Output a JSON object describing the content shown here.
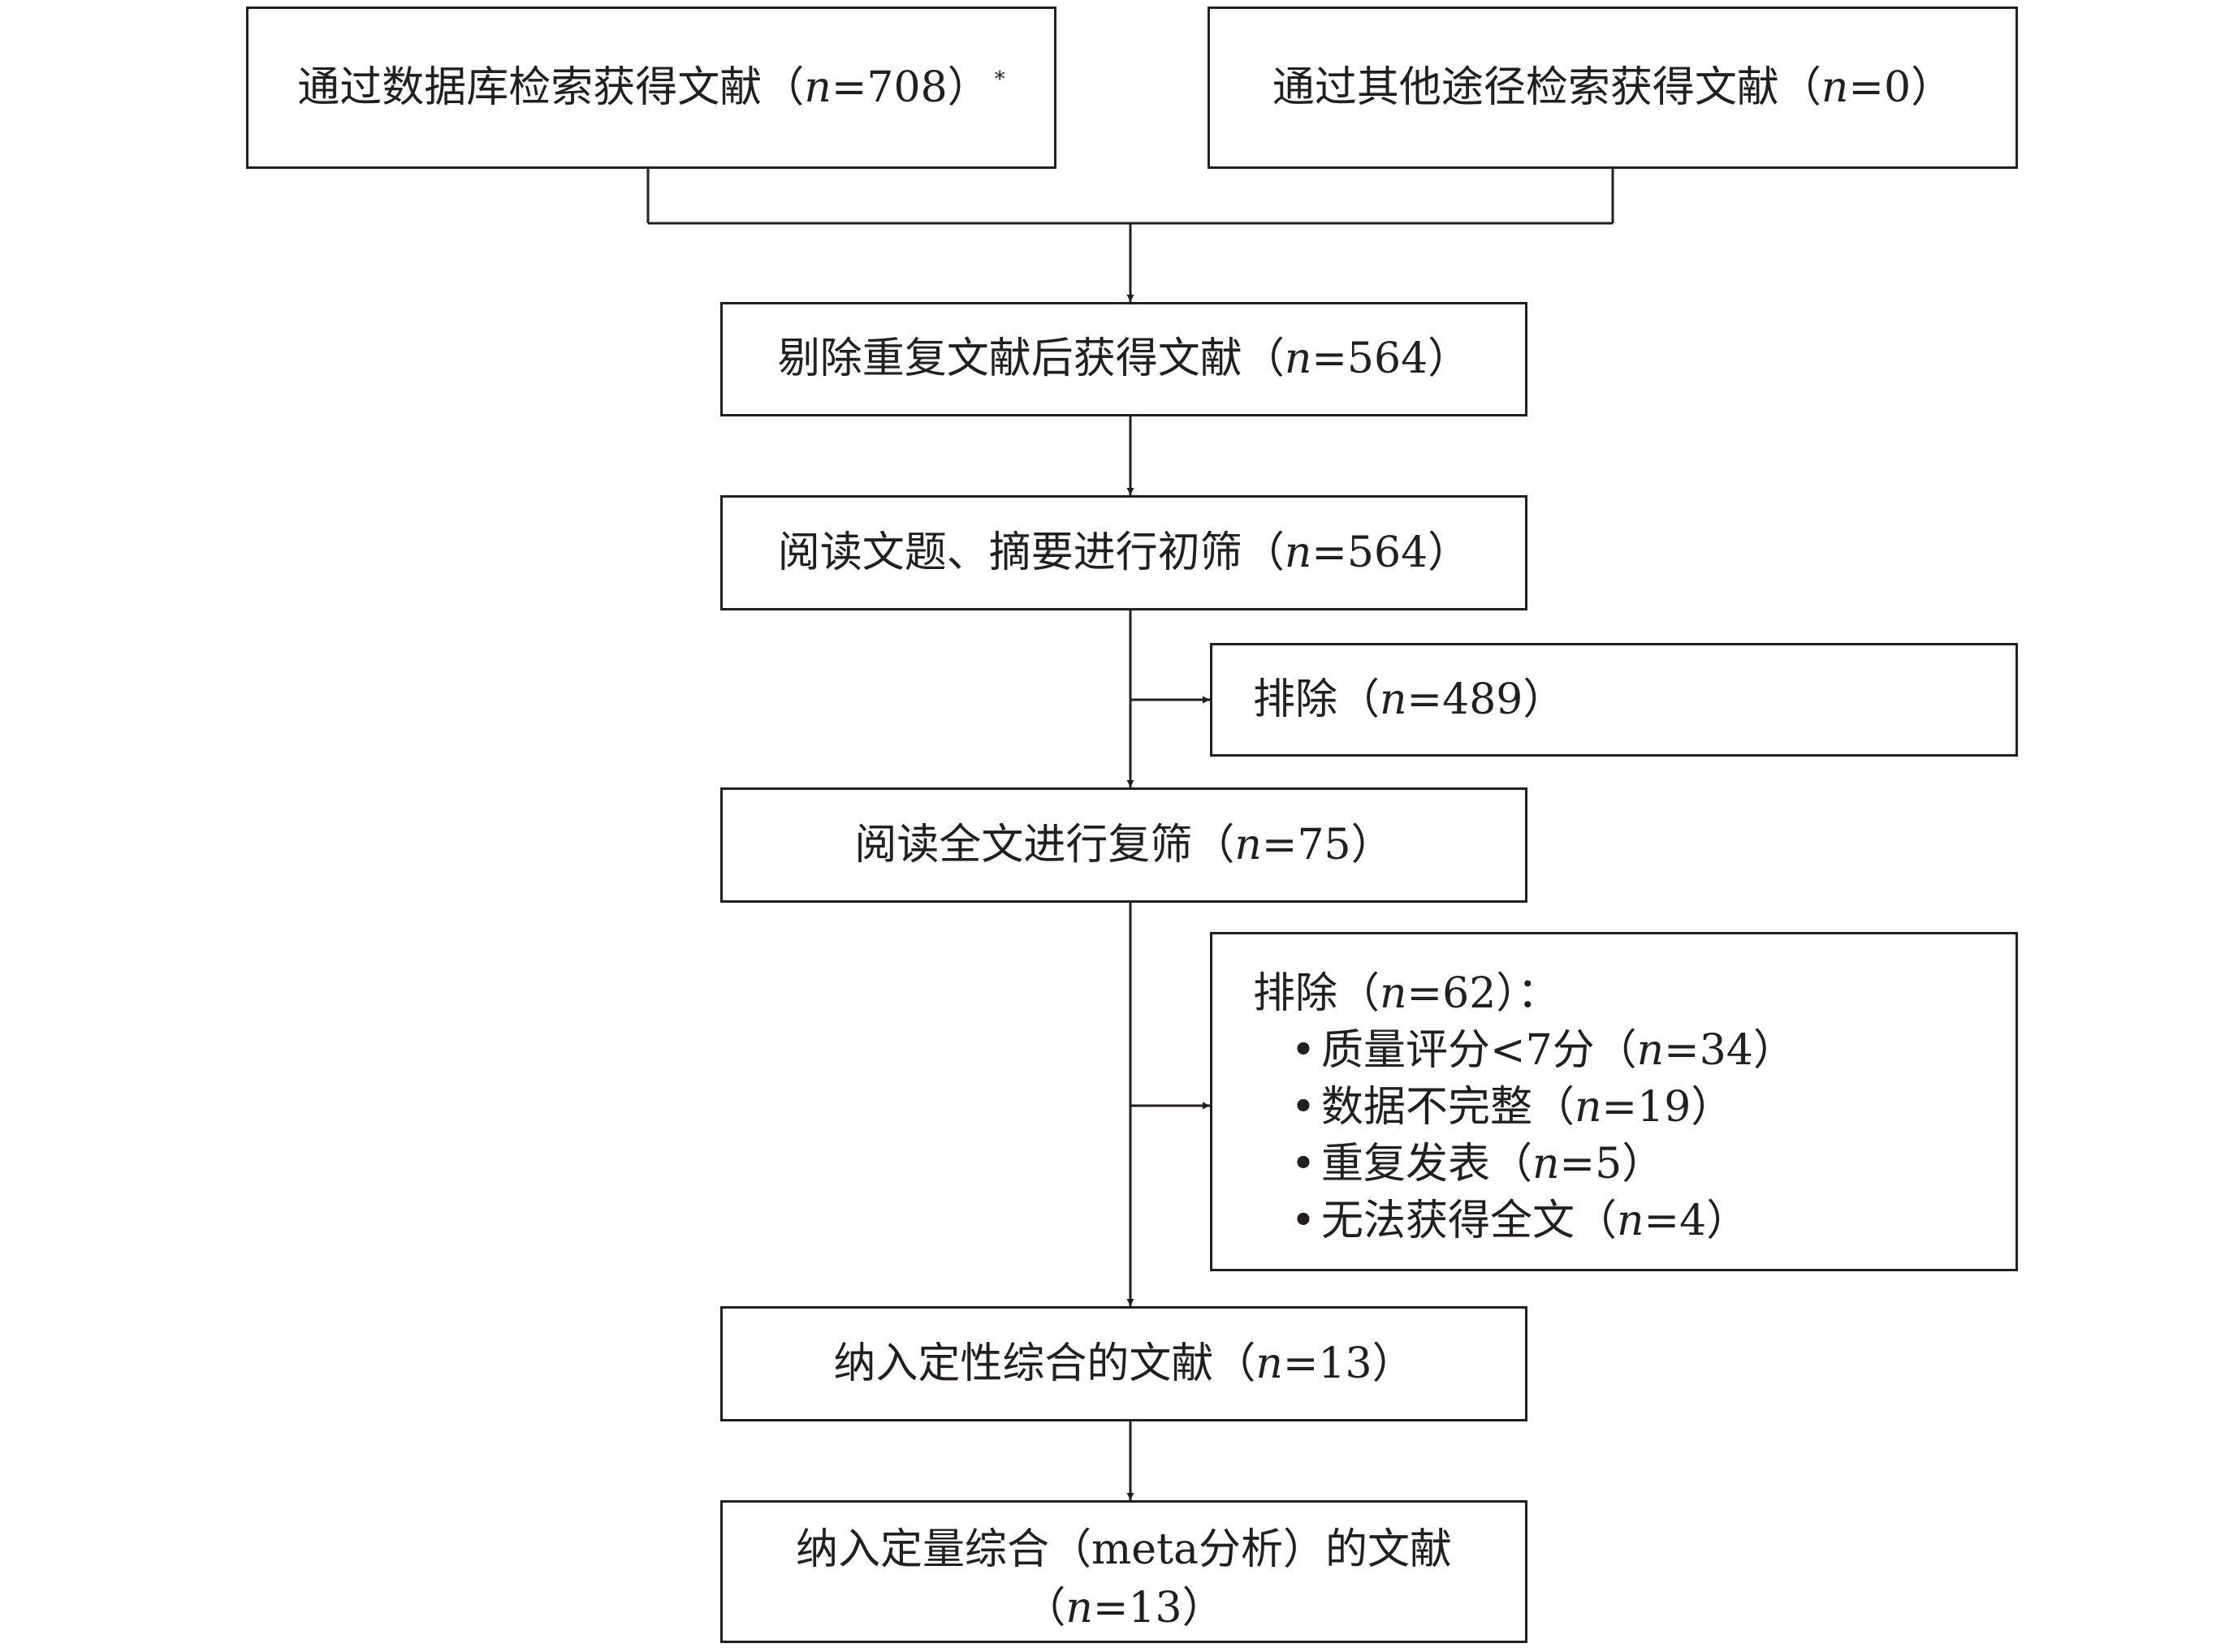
{
  "boxes": {
    "database": {
      "text": "通过数据库检索获得文献",
      "n": "708",
      "marker": "*"
    },
    "other": {
      "text": "通过其他途径检索获得文献",
      "n": "0"
    },
    "dedup": {
      "text": "剔除重复文献后获得文献",
      "n": "564"
    },
    "screen1": {
      "text": "阅读文题、摘要进行初筛",
      "n": "564"
    },
    "exclude1": {
      "text": "排除",
      "n": "489"
    },
    "screen2": {
      "text": "阅读全文进行复筛",
      "n": "75"
    },
    "exclude2": {
      "text": "排除",
      "n": "62",
      "suffix": "：",
      "bullet": "•",
      "reasons": [
        {
          "text": "质量评分<7分",
          "n": "34"
        },
        {
          "text": "数据不完整",
          "n": "19"
        },
        {
          "text": "重复发表",
          "n": "5"
        },
        {
          "text": "无法获得全文",
          "n": "4"
        }
      ]
    },
    "qualitative": {
      "text": "纳入定性综合的文献",
      "n": "13"
    },
    "quantitative": {
      "text": "纳入定量综合（meta分析）的文献",
      "n": "13"
    }
  },
  "labels": {
    "n_symbol": "n",
    "equals": "=",
    "open_paren": "（",
    "close_paren": "）"
  }
}
